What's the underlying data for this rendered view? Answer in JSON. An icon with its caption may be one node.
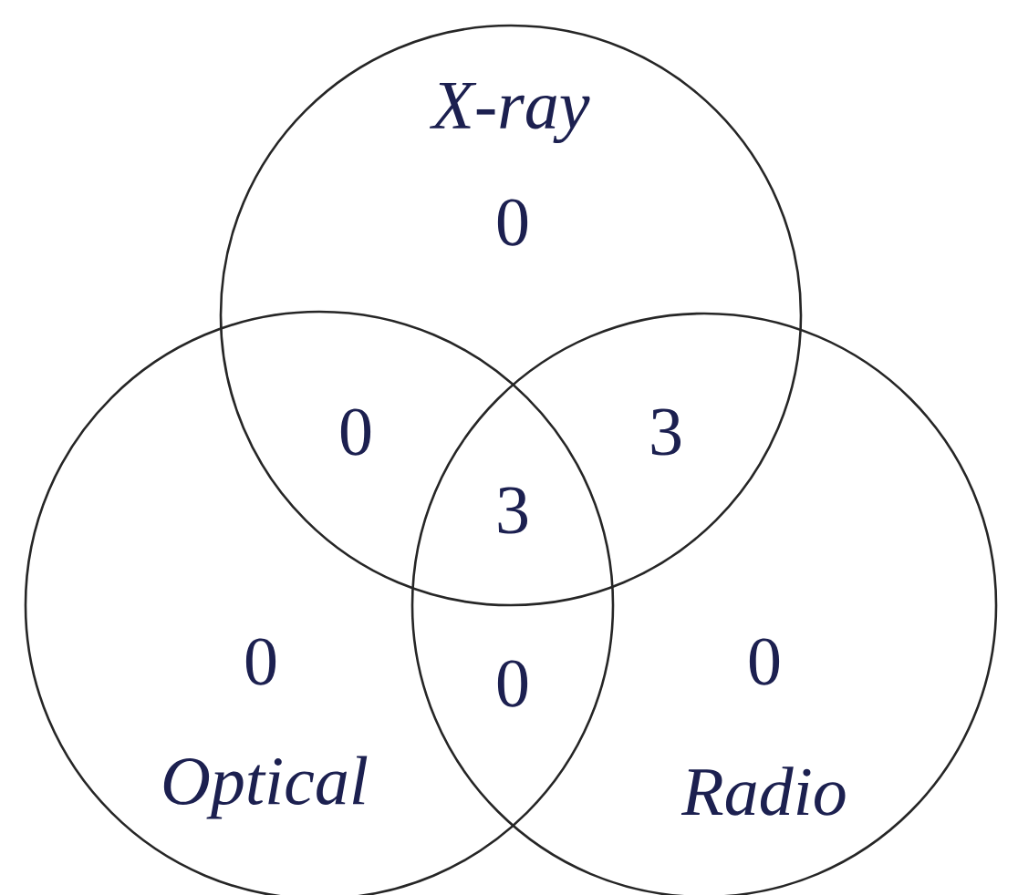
{
  "diagram": {
    "nodes": [
      {
        "text": [
          "X-ray",
          "0"
        ]
      },
      {
        "text": [
          "0",
          "Optical"
        ]
      },
      {
        "text": [
          "0",
          "Radio"
        ]
      }
    ],
    "labels": [
      "0",
      "3",
      "3",
      "0"
    ]
  }
}
